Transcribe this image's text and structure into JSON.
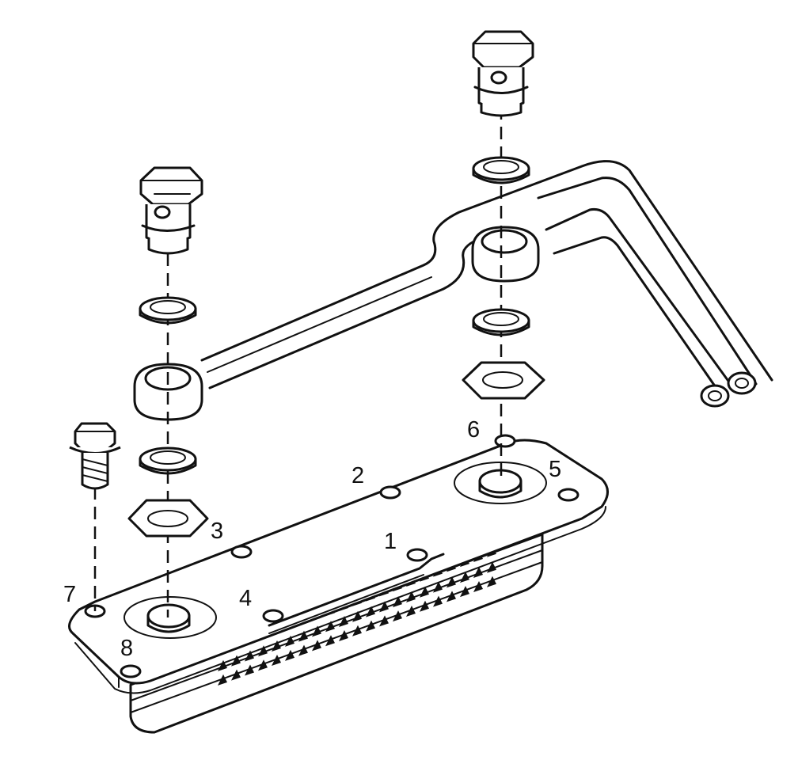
{
  "diagram": {
    "callouts": [
      {
        "id": "1",
        "text": "1"
      },
      {
        "id": "2",
        "text": "2"
      },
      {
        "id": "3",
        "text": "3"
      },
      {
        "id": "4",
        "text": "4"
      },
      {
        "id": "5",
        "text": "5"
      },
      {
        "id": "6",
        "text": "6"
      },
      {
        "id": "7",
        "text": "7"
      },
      {
        "id": "8",
        "text": "8"
      }
    ],
    "colors": {
      "ink": "#111111",
      "paper": "#ffffff"
    }
  }
}
